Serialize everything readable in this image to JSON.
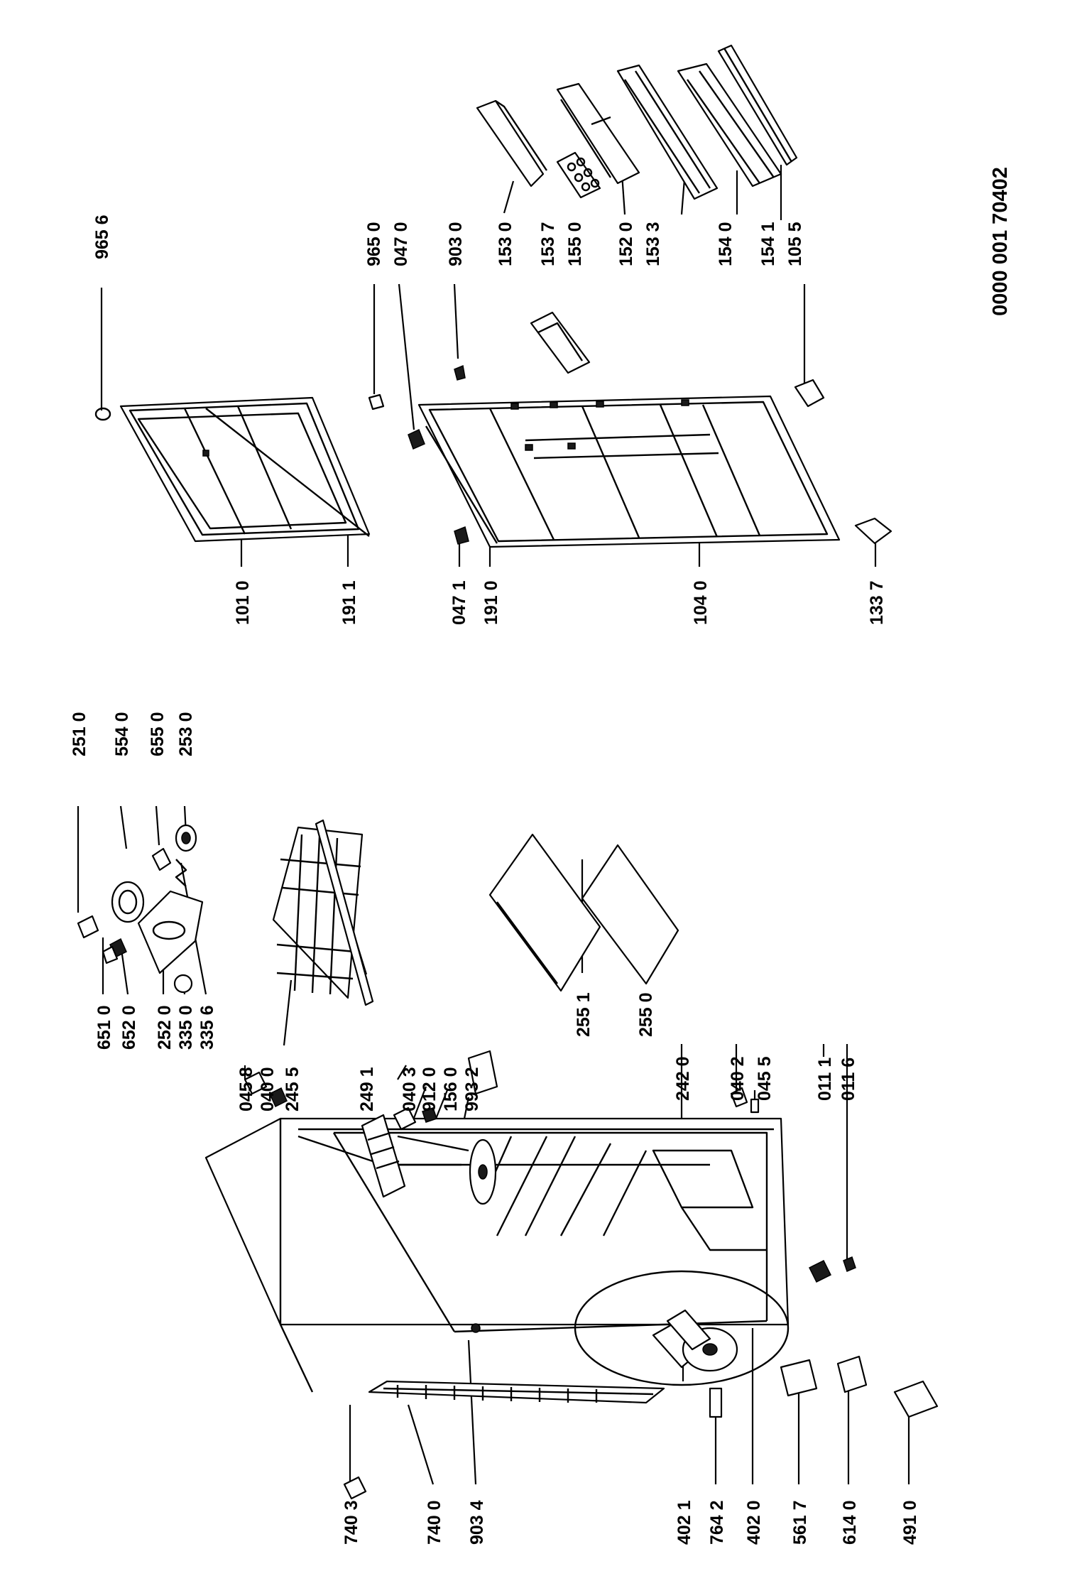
{
  "document_number": "0000 001 70402",
  "part_labels": [
    "965 6",
    "965 0",
    "047 0",
    "903 0",
    "153 0",
    "153 7",
    "155 0",
    "152 0",
    "153 3",
    "154 0",
    "154 1",
    "105 5",
    "101 0",
    "191 1",
    "047 1",
    "191 0",
    "104 0",
    "133 7",
    "251 0",
    "554 0",
    "655 0",
    "253 0",
    "651 0",
    "652 0",
    "252 0",
    "335 0",
    "335 6",
    "045 8",
    "040 0",
    "245 5",
    "249 1",
    "040 3",
    "912 0",
    "156 0",
    "993 2",
    "255 1",
    "255 0",
    "242 0",
    "040 2",
    "045 5",
    "011 1",
    "011 6",
    "740 3",
    "740 0",
    "903 4",
    "402 1",
    "764 2",
    "402 0",
    "561 7",
    "614 0",
    "491 0"
  ]
}
